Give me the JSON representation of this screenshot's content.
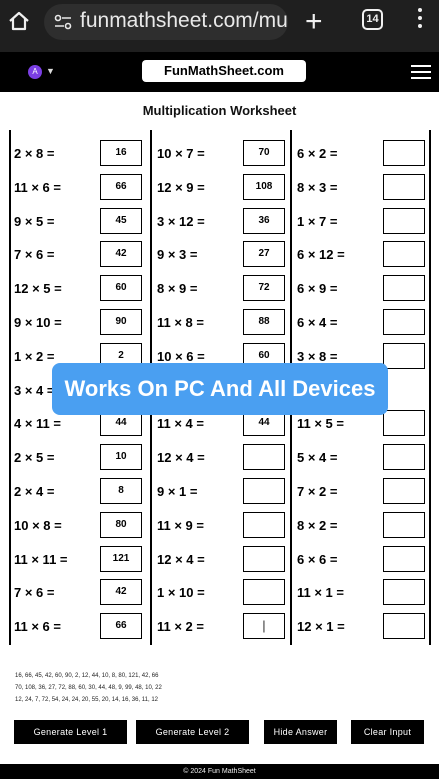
{
  "browser": {
    "url": "funmathsheet.com/mu",
    "tab_count": "14"
  },
  "site": {
    "avatar_letter": "A",
    "logo": "FunMathSheet.com"
  },
  "worksheet": {
    "title": "Multiplication Worksheet",
    "columns": [
      [
        {
          "q": "2 × 8 =",
          "a": "16"
        },
        {
          "q": "11 × 6 =",
          "a": "66"
        },
        {
          "q": "9 × 5 =",
          "a": "45"
        },
        {
          "q": "7 × 6 =",
          "a": "42"
        },
        {
          "q": "12 × 5 =",
          "a": "60"
        },
        {
          "q": "9 × 10 =",
          "a": "90"
        },
        {
          "q": "1 × 2 =",
          "a": "2"
        },
        {
          "q": "3 × 4 =",
          "a": ""
        },
        {
          "q": "4 × 11 =",
          "a": "44"
        },
        {
          "q": "2 × 5 =",
          "a": "10"
        },
        {
          "q": "2 × 4 =",
          "a": "8"
        },
        {
          "q": "10 × 8 =",
          "a": "80"
        },
        {
          "q": "11 × 11 =",
          "a": "121"
        },
        {
          "q": "7 × 6 =",
          "a": "42"
        },
        {
          "q": "11 × 6 =",
          "a": "66"
        }
      ],
      [
        {
          "q": "10 × 7 =",
          "a": "70"
        },
        {
          "q": "12 × 9 =",
          "a": "108"
        },
        {
          "q": "3 × 12 =",
          "a": "36"
        },
        {
          "q": "9 × 3 =",
          "a": "27"
        },
        {
          "q": "8 × 9 =",
          "a": "72"
        },
        {
          "q": "11 × 8 =",
          "a": "88"
        },
        {
          "q": "10 × 6 =",
          "a": "60"
        },
        {
          "q": "",
          "a": ""
        },
        {
          "q": "11 × 4 =",
          "a": "44"
        },
        {
          "q": "12 × 4 =",
          "a": ""
        },
        {
          "q": "9 × 1 =",
          "a": ""
        },
        {
          "q": "11 × 9 =",
          "a": ""
        },
        {
          "q": "12 × 4 =",
          "a": ""
        },
        {
          "q": "1 × 10 =",
          "a": ""
        },
        {
          "q": "11 × 2 =",
          "a": ""
        }
      ],
      [
        {
          "q": "6 × 2 =",
          "a": ""
        },
        {
          "q": "8 × 3 =",
          "a": ""
        },
        {
          "q": "1 × 7 =",
          "a": ""
        },
        {
          "q": "6 × 12 =",
          "a": ""
        },
        {
          "q": "6 × 9 =",
          "a": ""
        },
        {
          "q": "6 × 4 =",
          "a": ""
        },
        {
          "q": "3 × 8 =",
          "a": ""
        },
        {
          "q": "",
          "a": ""
        },
        {
          "q": "11 × 5 =",
          "a": ""
        },
        {
          "q": "5 × 4 =",
          "a": ""
        },
        {
          "q": "7 × 2 =",
          "a": ""
        },
        {
          "q": "8 × 2 =",
          "a": ""
        },
        {
          "q": "6 × 6 =",
          "a": ""
        },
        {
          "q": "11 × 1 =",
          "a": ""
        },
        {
          "q": "12 × 1 =",
          "a": ""
        }
      ]
    ],
    "answer_key": [
      "16, 66, 45, 42, 60, 90, 2, 12, 44, 10, 8, 80, 121, 42, 66",
      "70, 108, 36, 27, 72, 88, 60, 30, 44, 48, 9, 99, 48, 10, 22",
      "12, 24, 7, 72, 54, 24, 24, 20, 55, 20, 14, 16, 36, 11, 12"
    ]
  },
  "overlay_banner": "Works On PC And All Devices",
  "buttons": {
    "generate_1": "Generate Level 1",
    "generate_2": "Generate Level 2",
    "hide": "Hide Answer",
    "clear": "Clear Input"
  },
  "footer": "© 2024 Fun MathSheet"
}
